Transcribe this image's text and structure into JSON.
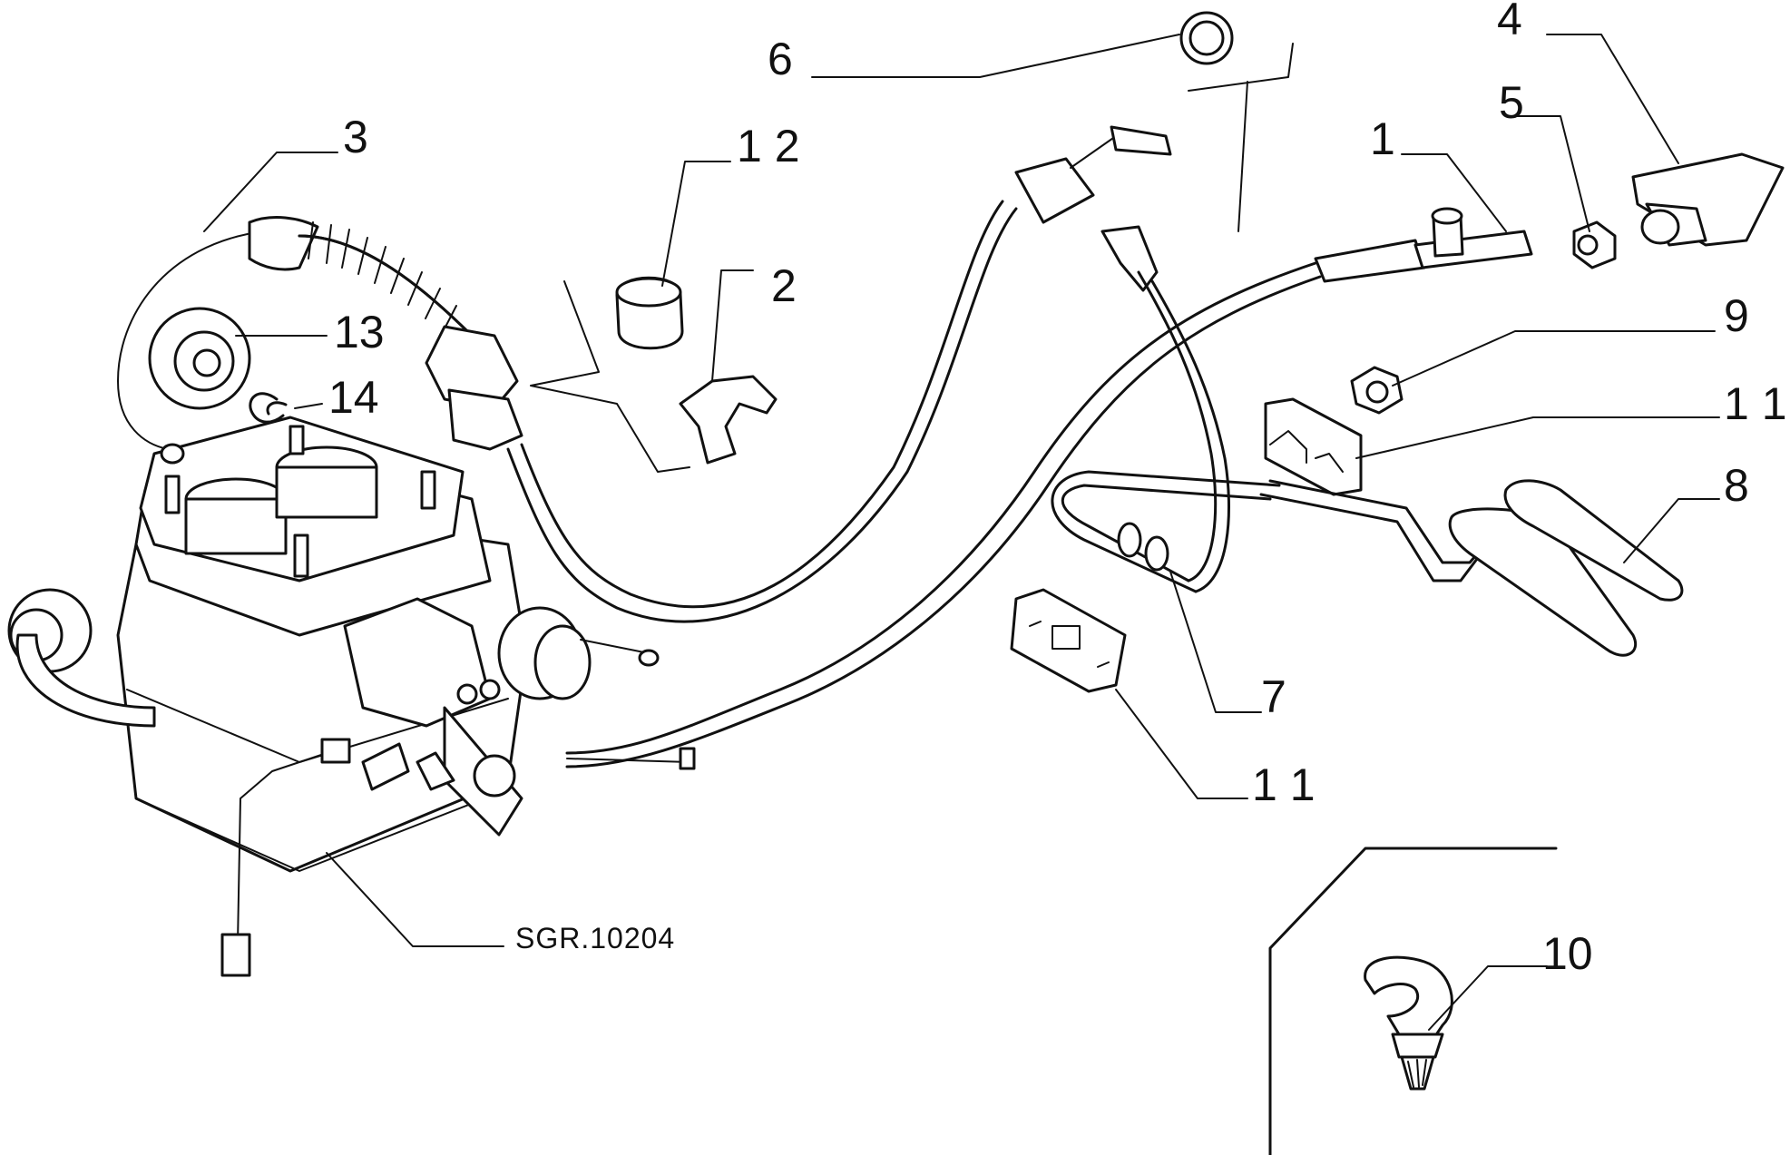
{
  "reference_code": "SGR.10204",
  "callouts": {
    "c1": "1",
    "c2": "2",
    "c3": "3",
    "c4": "4",
    "c5": "5",
    "c6": "6",
    "c7": "7",
    "c8": "8",
    "c9": "9",
    "c10": "10",
    "c11a": "1 1",
    "c11b": "1 1",
    "c12": "1 2",
    "c13": "13",
    "c14": "14"
  },
  "colors": {
    "line": "#111111",
    "background": "#ffffff"
  }
}
